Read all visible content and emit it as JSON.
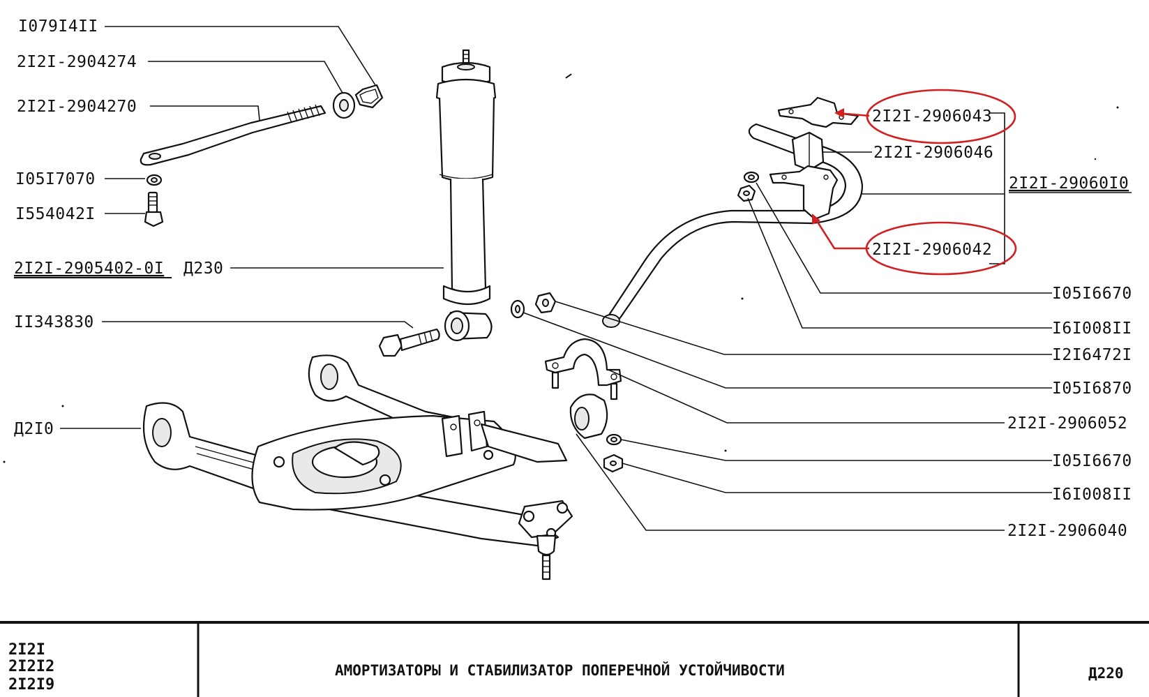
{
  "labels": {
    "l1": "I079I4II",
    "l2": "2I2I-2904274",
    "l3": "2I2I-2904270",
    "l4": "I05I7070",
    "l5": "I554042I",
    "l6": "2I2I-2905402-0I",
    "l6b": "Д230",
    "l7": "II343830",
    "l8": "Д2I0",
    "r1": "2I2I-2906043",
    "r2": "2I2I-2906046",
    "r3": "2I2I-29060I0",
    "r4": "2I2I-2906042",
    "r5": "I05I6670",
    "r6": "I6I008II",
    "r7": "I2I6472I",
    "r8": "I05I6870",
    "r9": "2I2I-2906052",
    "r10": "I05I6670",
    "r11": "I6I008II",
    "r12": "2I2I-2906040"
  },
  "footer": {
    "models": [
      "2I2I",
      "2I2I2",
      "2I2I9"
    ],
    "title": "АМОРТИЗАТОРЫ И СТАБИЛИЗАТОР ПОПЕРЕЧНОЙ УСТОЙЧИВОСТИ",
    "page_code": "Д220"
  },
  "colors": {
    "ink": "#111111",
    "highlight": "#d21f1f",
    "paper": "#ffffff"
  }
}
